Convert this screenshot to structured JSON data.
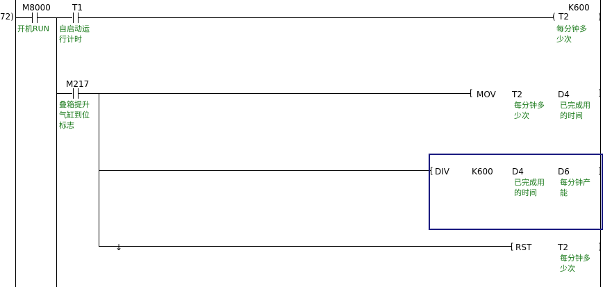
{
  "rung_step": "72)",
  "contacts": {
    "m8000": {
      "device": "M8000",
      "comment": "开机RUN"
    },
    "t1": {
      "device": "T1",
      "comment": "自启动运\n行计时"
    },
    "m217": {
      "device": "M217",
      "comment": "叠箱提升\n气缸到位\n标志"
    }
  },
  "coil": {
    "device": "T2",
    "setpoint": "K600",
    "comment": "每分钟多\n少次",
    "open_paren": "(",
    "close_paren": ")"
  },
  "instructions": {
    "mov": {
      "op": "MOV",
      "src": "T2",
      "src_comment": "每分钟多\n少次",
      "dst": "D4",
      "dst_comment": "已完成用\n的时间"
    },
    "div": {
      "op": "DIV",
      "arg1": "K600",
      "arg2": "D4",
      "arg2_comment": "已完成用\n的时间",
      "dst": "D6",
      "dst_comment": "每分钟产\n能"
    },
    "rst": {
      "op": "RST",
      "dst": "T2",
      "dst_comment": "每分钟多\n少次"
    }
  },
  "brackets": {
    "open": "[",
    "close": "]"
  },
  "down_arrow": "↓"
}
